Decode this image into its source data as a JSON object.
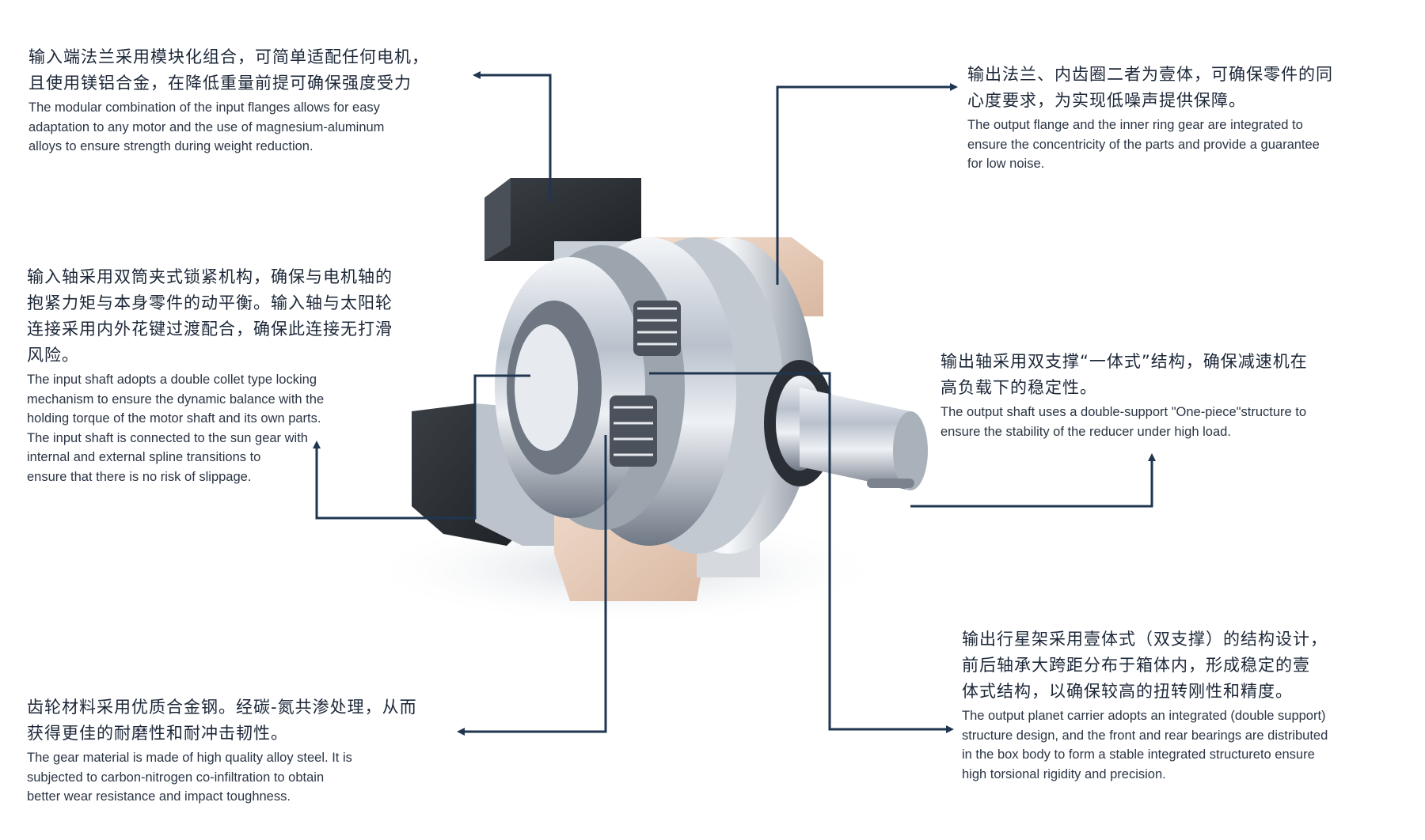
{
  "colors": {
    "line": "#1f3550",
    "text": "#1c2738"
  },
  "callouts": [
    {
      "id": "input-flange",
      "zh": "输入端法兰采用模块化组合，可简单适配任何电机，\n且使用镁铝合金，在降低重量前提可确保强度受力",
      "en": "The modular combination of the input flanges allows for easy\nadaptation to any motor and the use of magnesium-aluminum\nalloys to ensure strength during weight reduction."
    },
    {
      "id": "input-shaft",
      "zh": "输入轴采用双筒夹式锁紧机构，确保与电机轴的\n抱紧力矩与本身零件的动平衡。输入轴与太阳轮\n连接采用内外花键过渡配合，确保此连接无打滑\n风险。",
      "en": "The input shaft adopts a double collet type locking\nmechanism to ensure the dynamic balance with the\nholding torque of the motor shaft and its own parts.\nThe input shaft is connected to the sun gear with\ninternal and external spline transitions to\nensure that there is no risk of slippage."
    },
    {
      "id": "gear-material",
      "zh": "齿轮材料采用优质合金钢。经碳-氮共渗处理，从而\n获得更佳的耐磨性和耐冲击韧性。",
      "en": "The gear material is made of high quality alloy steel. It is\nsubjected to carbon-nitrogen co-infiltration to obtain\nbetter wear resistance and impact toughness."
    },
    {
      "id": "output-flange",
      "zh": "输出法兰、内齿圈二者为壹体，可确保零件的同\n心度要求，为实现低噪声提供保障。",
      "en": "The output flange and the inner ring gear are integrated to\nensure the concentricity of the parts and provide a guarantee\nfor low noise."
    },
    {
      "id": "output-shaft",
      "zh": "输出轴采用双支撑“一体式”结构，确保减速机在\n高负载下的稳定性。",
      "en": "The output shaft uses a double-support \"One-piece\"structure to\nensure the stability of the reducer under high load."
    },
    {
      "id": "planet-carrier",
      "zh": "输出行星架采用壹体式（双支撑）的结构设计，\n前后轴承大跨距分布于箱体内，形成稳定的壹\n体式结构，以确保较高的扭转刚性和精度。",
      "en": "The output planet carrier adopts an integrated (double support)\nstructure design, and the front and rear bearings are distributed\nin the box body to form a stable integrated structureto ensure\nhigh torsional rigidity and precision."
    }
  ]
}
